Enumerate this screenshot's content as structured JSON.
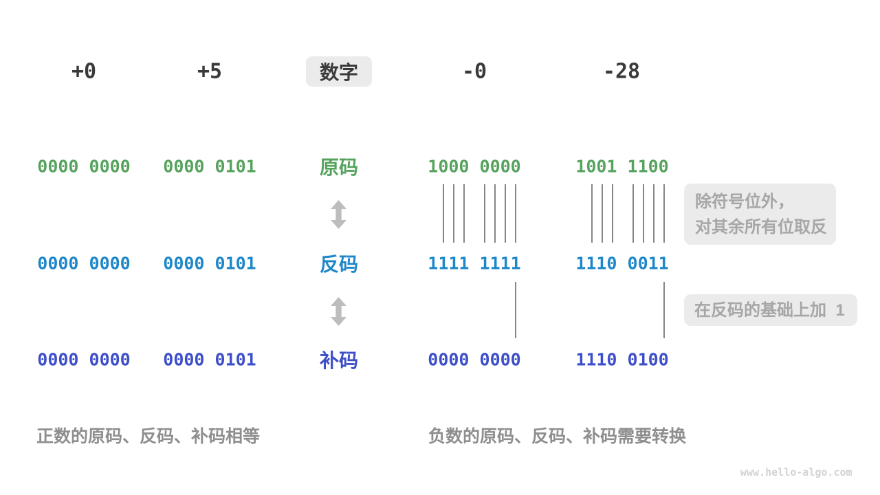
{
  "palette": {
    "dark": "#3a3a3a",
    "green": "#55a35c",
    "blue": "#1e87c9",
    "indigo": "#3d4ec9",
    "badge_bg": "#ebebeb",
    "note_text": "#a6a6a6",
    "caption_gray": "#8e8e8e",
    "watermark_gray": "#d3d3d3"
  },
  "header": {
    "label": "数字",
    "values": [
      "+0",
      "+5",
      "-0",
      "-28"
    ]
  },
  "rows": [
    {
      "id": "sign-magnitude",
      "label": "原码",
      "color": "#55a35c",
      "values": [
        "0000 0000",
        "0000 0101",
        "1000 0000",
        "1001 1100"
      ]
    },
    {
      "id": "ones-complement",
      "label": "反码",
      "color": "#1e87c9",
      "values": [
        "0000 0000",
        "0000 0101",
        "1111 1111",
        "1110 0011"
      ]
    },
    {
      "id": "twos-complement",
      "label": "补码",
      "color": "#3d4ec9",
      "values": [
        "0000 0000",
        "0000 0101",
        "0000 0000",
        "1110 0100"
      ]
    }
  ],
  "annotations": {
    "invert_note_line1": "除符号位外，",
    "invert_note_line2": "对其余所有位取反",
    "add_one_note": "在反码的基础上加  1"
  },
  "captions": {
    "positive": "正数的原码、反码、补码相等",
    "negative": "负数的原码、反码、补码需要转换"
  },
  "watermark": "www.hello-algo.com"
}
